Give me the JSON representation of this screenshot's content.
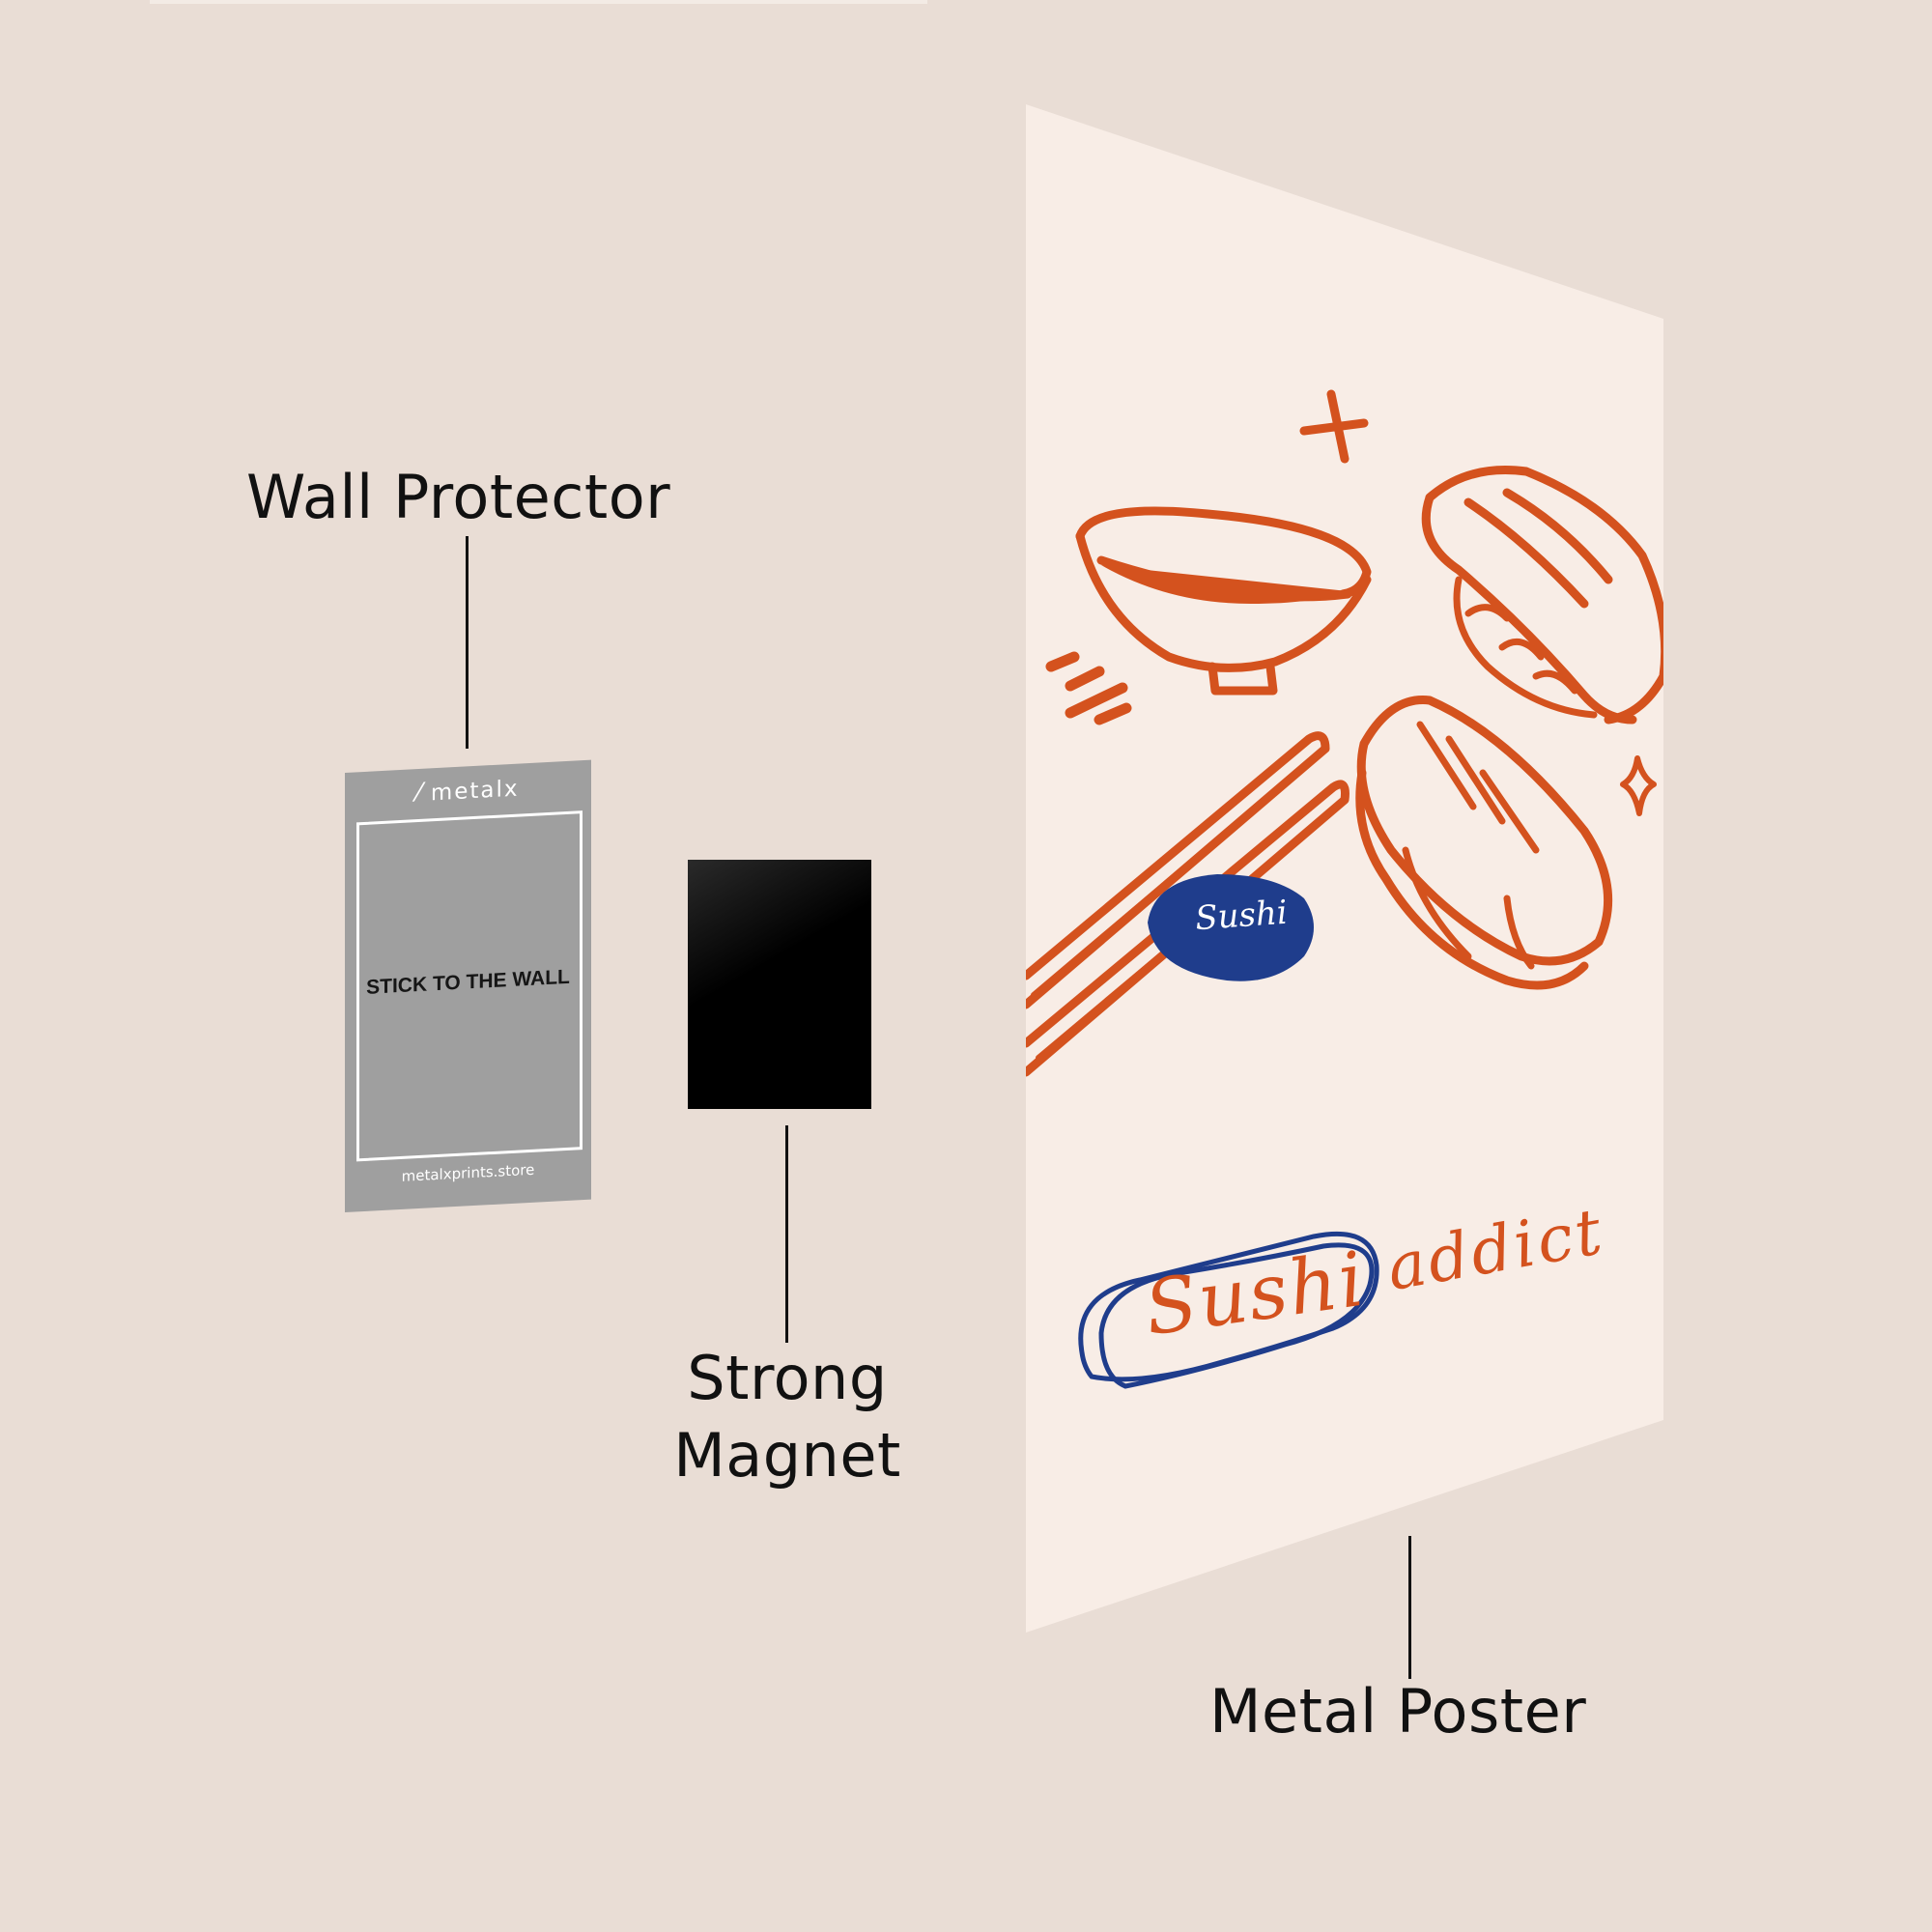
{
  "labels": {
    "wall_protector": "Wall Protector",
    "strong_magnet_line1": "Strong",
    "strong_magnet_line2": "Magnet",
    "metal_poster": "Metal Poster"
  },
  "protector": {
    "brand": "metalx",
    "center_text": "STICK TO THE WALL",
    "url": "metalxprints.store"
  },
  "poster": {
    "badge_text": "Sushi",
    "title_word1": "Sushi",
    "title_word2": "addict"
  },
  "colors": {
    "background": "#e9ddd5",
    "poster_paper": "#f8ede6",
    "accent_orange": "#d4521e",
    "accent_blue": "#1f3d8c",
    "protector_gray": "#9f9f9f",
    "magnet_black": "#000000"
  }
}
